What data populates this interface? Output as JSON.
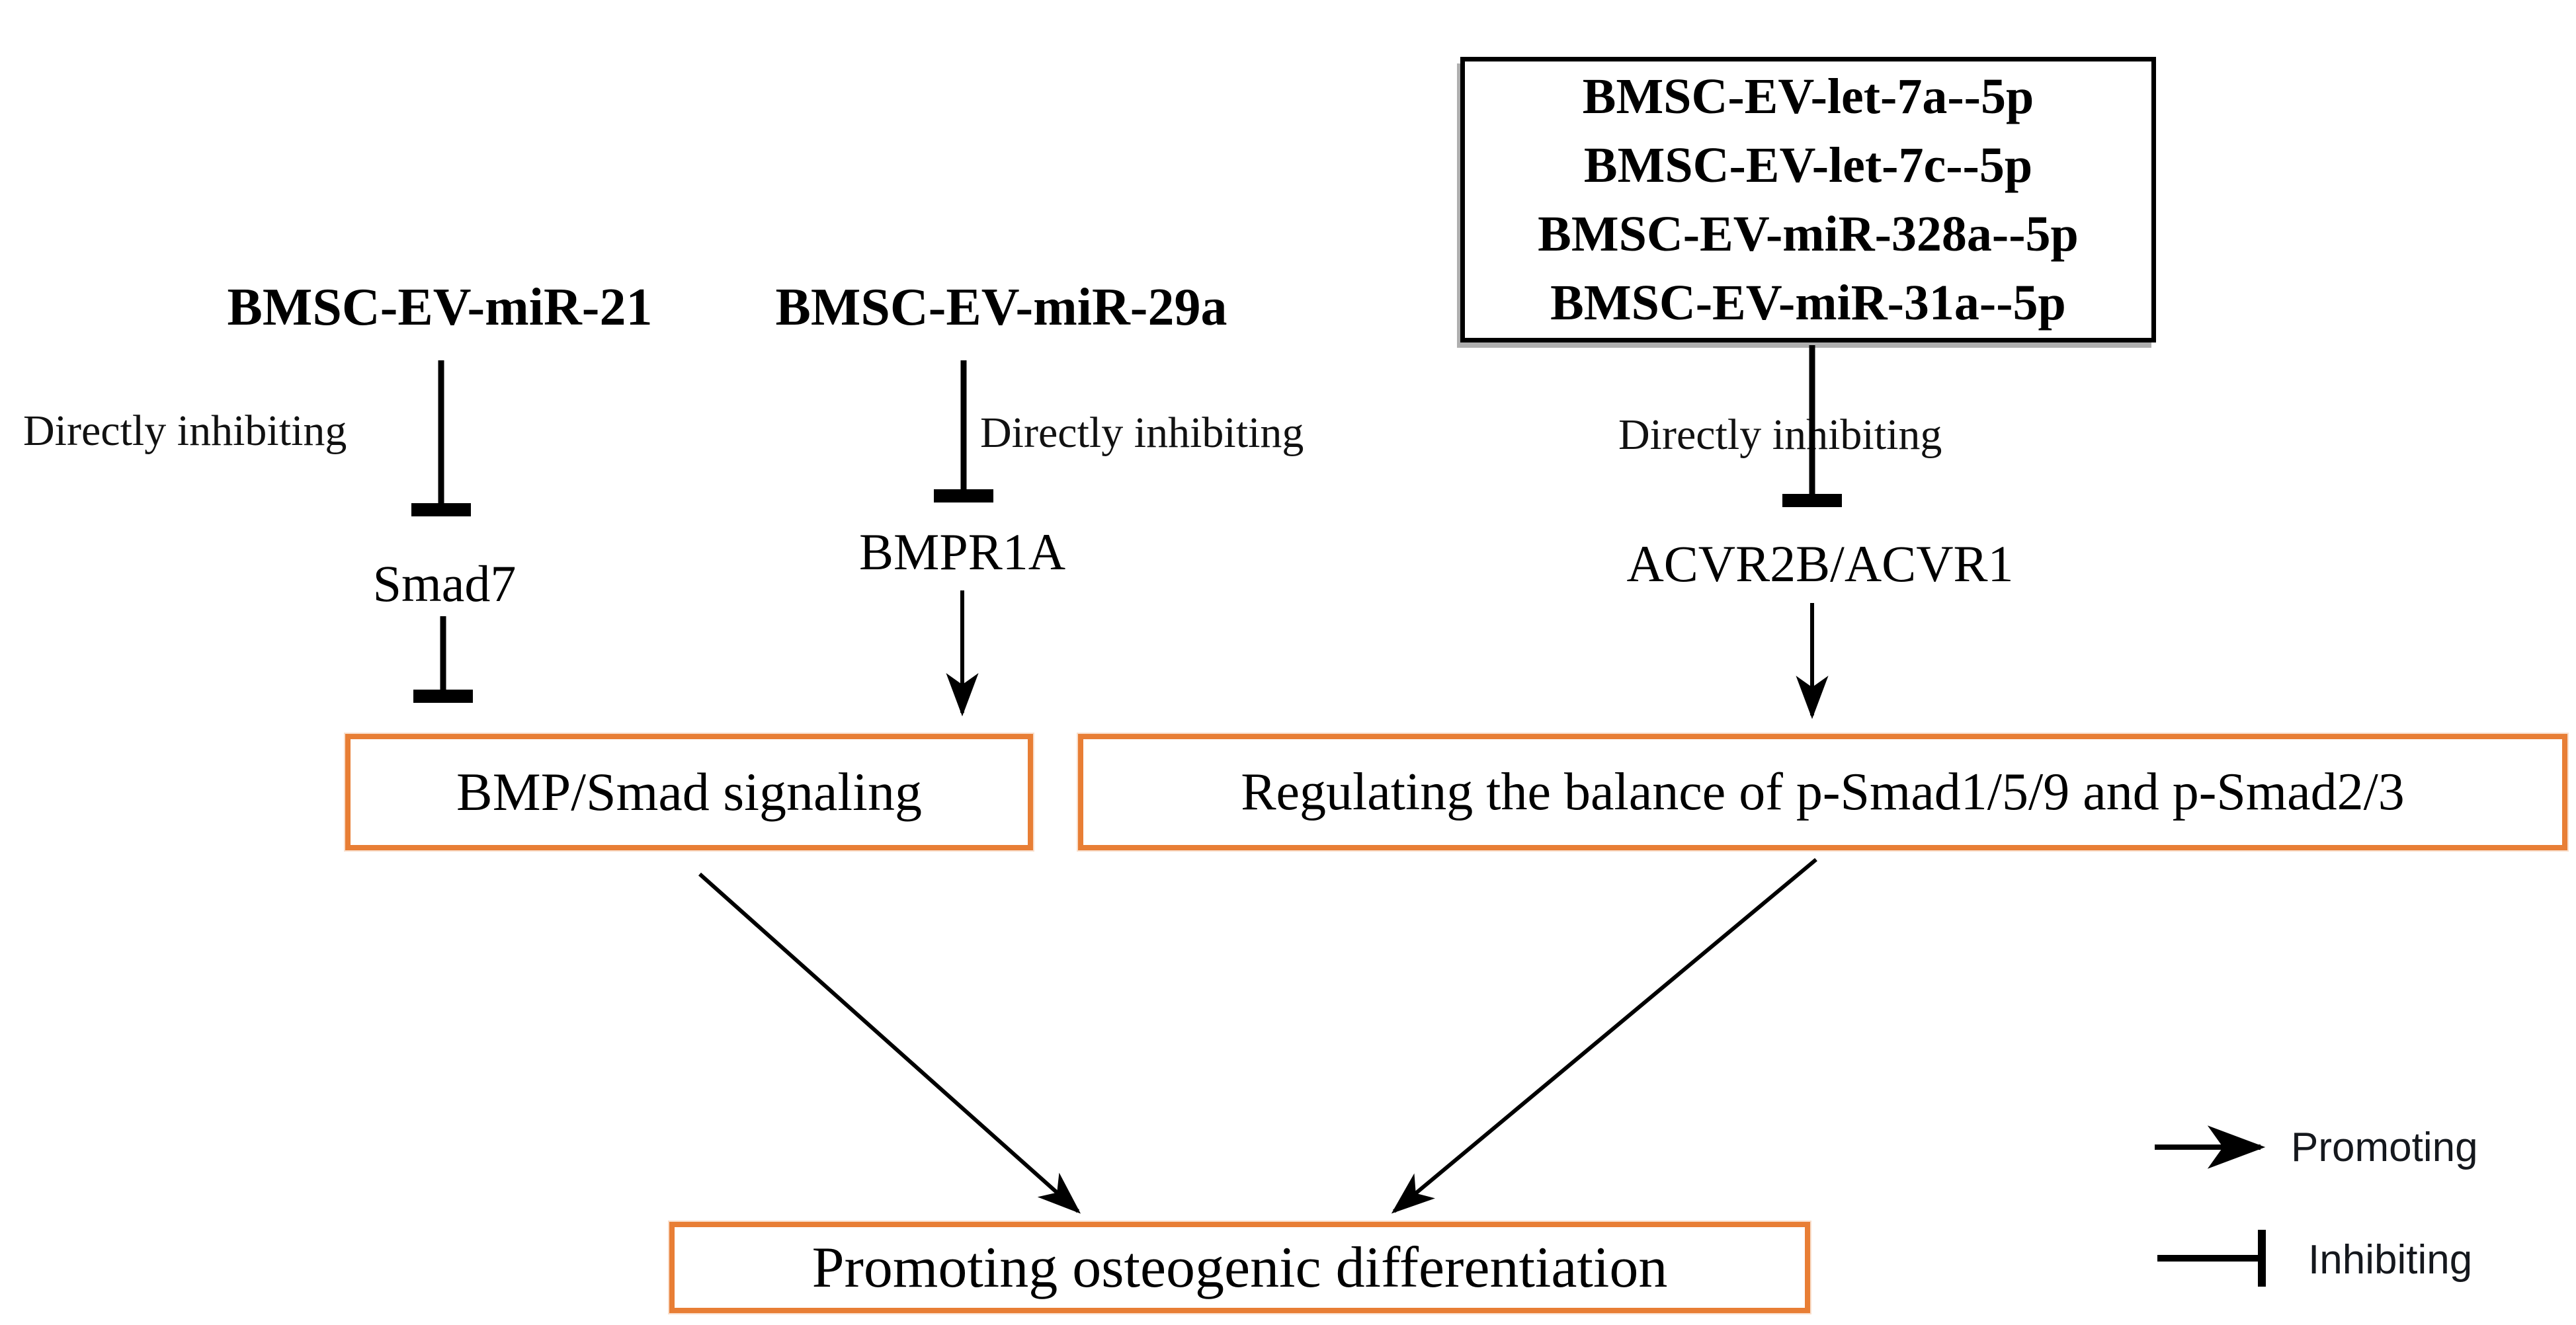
{
  "diagram": {
    "nodes": {
      "mir21": "BMSC-EV-miR-21",
      "mir29a": "BMSC-EV-miR-29a",
      "mir_box_lines": [
        "BMSC-EV-let-7a--5p",
        "BMSC-EV-let-7c--5p",
        "BMSC-EV-miR-328a--5p",
        "BMSC-EV-miR-31a--5p"
      ],
      "smad7": "Smad7",
      "bmpr1a": "BMPR1A",
      "acvr": "ACVR2B/ACVR1",
      "bmp_smad_signaling": "BMP/Smad signaling",
      "regulating_balance": "Regulating the balance of p-Smad1/5/9 and p-Smad2/3",
      "outcome": "Promoting osteogenic differentiation"
    },
    "edge_labels": {
      "left_inhibit": "Directly inhibiting",
      "middle_inhibit": "Directly inhibiting",
      "right_inhibit": "Directly inhibiting"
    },
    "legend": {
      "promoting": "Promoting",
      "inhibiting": "Inhibiting"
    },
    "colors": {
      "accent_orange": "#E87E35",
      "line_black": "#000000"
    }
  }
}
